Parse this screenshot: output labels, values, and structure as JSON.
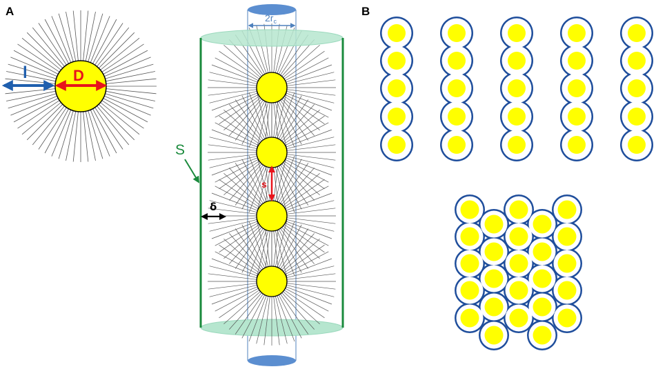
{
  "panel_a": {
    "letter": "A",
    "label_brush_length": "l",
    "label_core_diameter": "D",
    "label_surface": "S",
    "label_gap": "δ",
    "label_spacing": "s",
    "label_channel_main": "2r",
    "label_channel_sub": "c"
  },
  "panel_b": {
    "letter": "B"
  },
  "colors": {
    "particle": "#ffff00",
    "outline_blue": "#1f4e9c",
    "arrow_blue": "#1f5fae",
    "arrow_red": "#e8141b",
    "surface_green": "#1a8a3c",
    "ellipse_green": "#b6e6cf",
    "cap_blue": "#5b8ed0",
    "brush_gray": "#555555"
  }
}
